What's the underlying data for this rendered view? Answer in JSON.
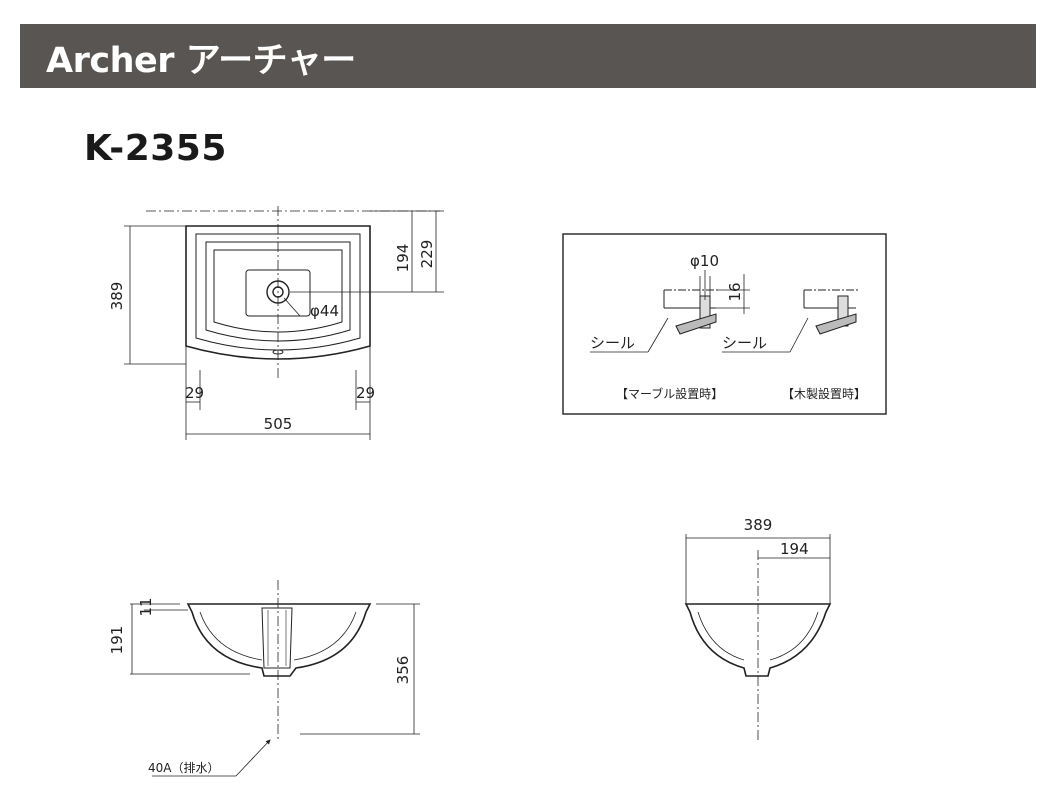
{
  "header": {
    "title": "Archer アーチャー",
    "bg_color": "#585553",
    "text_color": "#ffffff"
  },
  "product": {
    "model": "K-2355"
  },
  "top_view": {
    "dims": {
      "depth": "389",
      "drain_offset": "194",
      "tap_offset": "229",
      "drain_dia": "φ44",
      "left_margin": "29",
      "right_margin": "29",
      "width": "505"
    }
  },
  "detail_view": {
    "hole_dia": "φ10",
    "thickness": "16",
    "seal_label_1": "シール",
    "seal_label_2": "シール",
    "caption_marble": "【マーブル設置時】",
    "caption_wood": "【木製設置時】"
  },
  "front_view": {
    "dims": {
      "rim": "11",
      "bowl_depth": "191",
      "total_height": "356"
    },
    "drain_label": "40A（排水）"
  },
  "side_view": {
    "dims": {
      "depth": "389",
      "drain_offset": "194"
    }
  }
}
